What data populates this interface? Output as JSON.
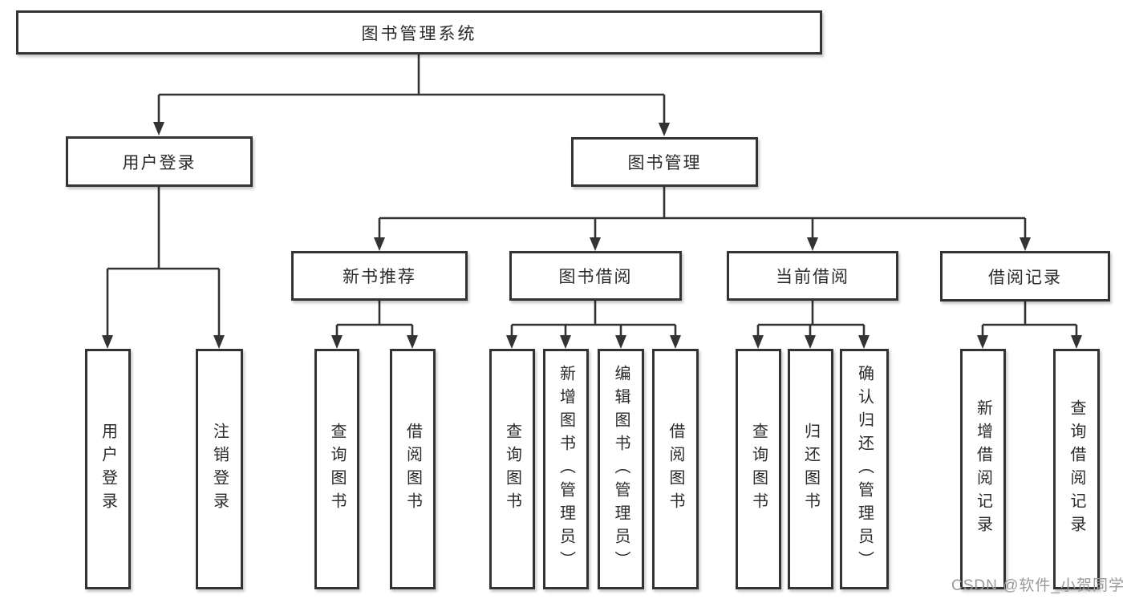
{
  "nodes": {
    "root": "图书管理系统",
    "user_login": "用户登录",
    "book_mgmt": "图书管理",
    "new_book_rec": "新书推荐",
    "book_borrow": "图书借阅",
    "current_borrow": "当前借阅",
    "borrow_records": "借阅记录",
    "leaf_user_login": "用户登录",
    "leaf_logout": "注销登录",
    "leaf_query_book_1": "查询图书",
    "leaf_borrow_book_1": "借阅图书",
    "leaf_query_book_2": "查询图书",
    "leaf_add_book": "新增图书（管理员）",
    "leaf_edit_book": "编辑图书（管理员）",
    "leaf_borrow_book_2": "借阅图书",
    "leaf_query_book_3": "查询图书",
    "leaf_return_book": "归还图书",
    "leaf_confirm_return": "确认归还（管理员）",
    "leaf_add_record": "新增借阅记录",
    "leaf_query_record": "查询借阅记录"
  },
  "watermark": "CSDN @软件_小贺同学",
  "colors": {
    "line": "#333333",
    "text": "#2b2b2b",
    "watermark": "#9a9a9a",
    "background": "#ffffff"
  }
}
